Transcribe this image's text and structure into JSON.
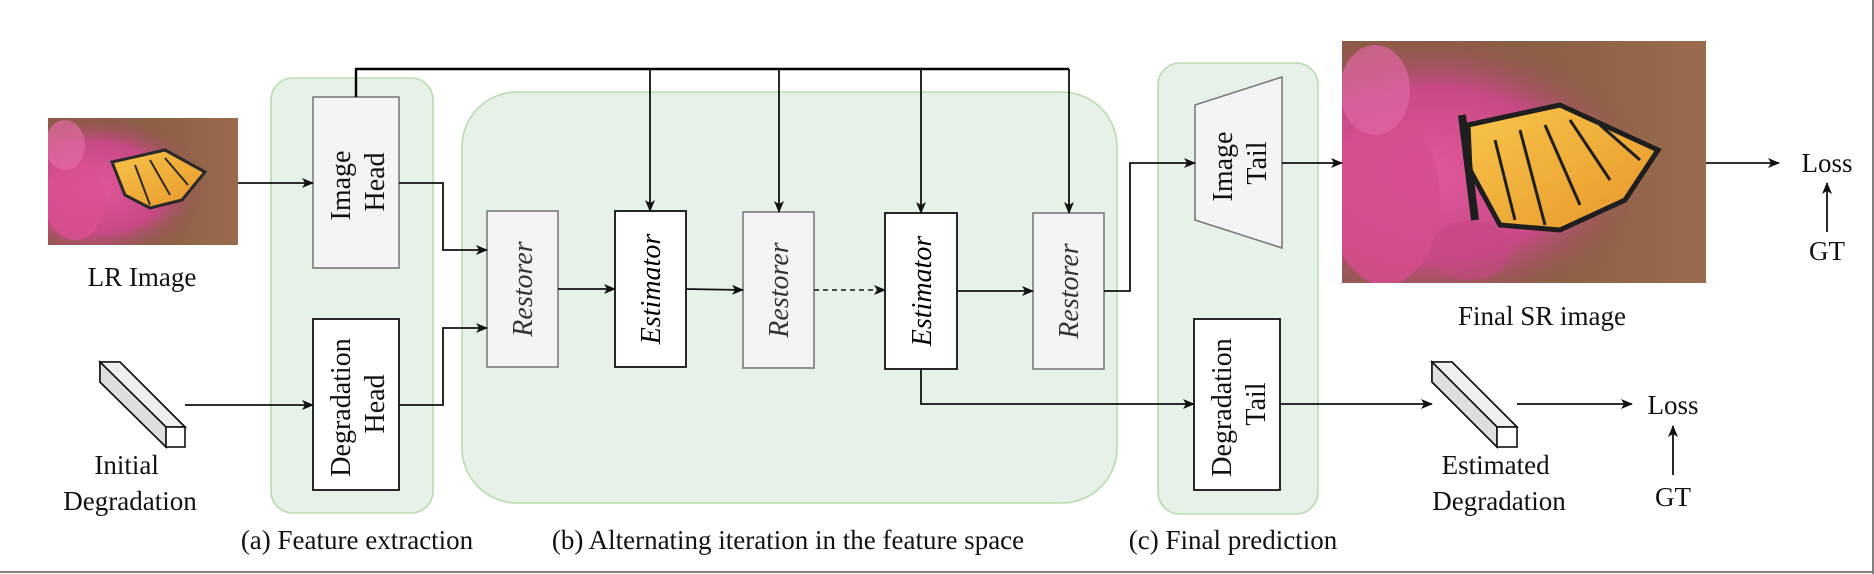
{
  "diagram": {
    "inputs": {
      "lr_image_label": "LR Image",
      "initial_degradation_label_line1": "Initial",
      "initial_degradation_label_line2": "Degradation"
    },
    "stage_a": {
      "caption": "(a) Feature extraction",
      "image_head_line1": "Image",
      "image_head_line2": "Head",
      "degradation_head_line1": "Degradation",
      "degradation_head_line2": "Head"
    },
    "stage_b": {
      "caption": "(b) Alternating iteration in the feature space",
      "blocks": [
        {
          "type": "restorer",
          "label": "Restorer"
        },
        {
          "type": "estimator",
          "label": "Estimator"
        },
        {
          "type": "restorer",
          "label": "Restorer"
        },
        {
          "type": "estimator",
          "label": "Estimator"
        },
        {
          "type": "restorer",
          "label": "Restorer"
        }
      ]
    },
    "stage_c": {
      "caption": "(c) Final prediction",
      "image_tail_line1": "Image",
      "image_tail_line2": "Tail",
      "degradation_tail_line1": "Degradation",
      "degradation_tail_line2": "Tail"
    },
    "outputs": {
      "final_sr_label": "Final SR image",
      "estimated_degradation_line1": "Estimated",
      "estimated_degradation_line2": "Degradation",
      "loss_label": "Loss",
      "gt_label": "GT"
    },
    "colors": {
      "group_fill": "#e6f2e7",
      "group_stroke": "#b8dbb0",
      "restorer_fill": "#f4f4f4",
      "estimator_fill": "#ffffff"
    }
  }
}
